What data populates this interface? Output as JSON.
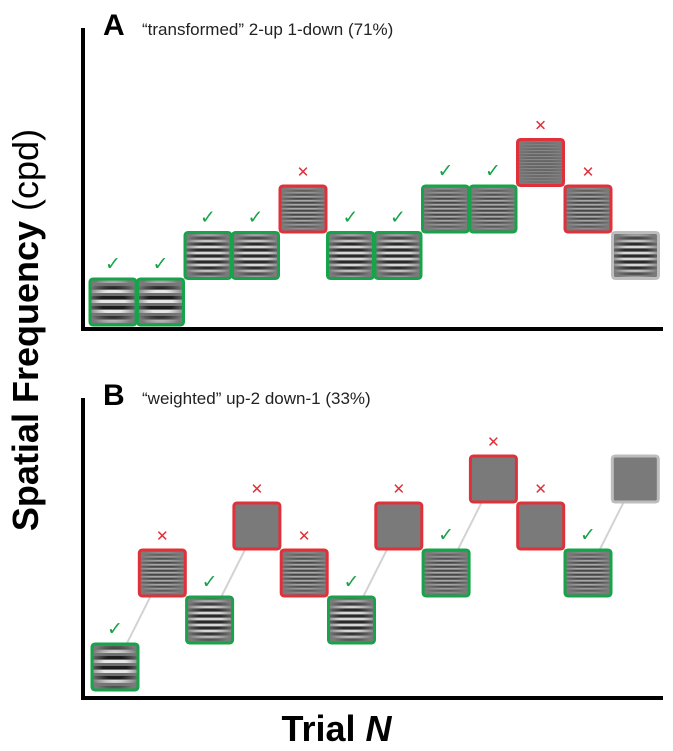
{
  "y_axis_label": {
    "bold": "Spatial Frequency",
    "unit": "(cpd)"
  },
  "x_axis_label": {
    "main": "Trial",
    "var": "N"
  },
  "panels": [
    {
      "letter": "A",
      "title": "“transformed” 2-up 1-down (71%)",
      "trials": [
        {
          "trial": 1,
          "level": 0,
          "response": "correct"
        },
        {
          "trial": 2,
          "level": 0,
          "response": "correct"
        },
        {
          "trial": 3,
          "level": 1,
          "response": "correct"
        },
        {
          "trial": 4,
          "level": 1,
          "response": "correct"
        },
        {
          "trial": 5,
          "level": 2,
          "response": "incorrect"
        },
        {
          "trial": 6,
          "level": 1,
          "response": "correct"
        },
        {
          "trial": 7,
          "level": 1,
          "response": "correct"
        },
        {
          "trial": 8,
          "level": 2,
          "response": "correct"
        },
        {
          "trial": 9,
          "level": 2,
          "response": "correct"
        },
        {
          "trial": 10,
          "level": 3,
          "response": "incorrect"
        },
        {
          "trial": 11,
          "level": 2,
          "response": "incorrect"
        },
        {
          "trial": 12,
          "level": 1,
          "response": "next"
        }
      ]
    },
    {
      "letter": "B",
      "title": "“weighted” up-2 down-1 (33%)",
      "trials": [
        {
          "trial": 1,
          "level": 0,
          "response": "correct"
        },
        {
          "trial": 2,
          "level": 2,
          "response": "incorrect"
        },
        {
          "trial": 3,
          "level": 1,
          "response": "correct"
        },
        {
          "trial": 4,
          "level": 3,
          "response": "incorrect"
        },
        {
          "trial": 5,
          "level": 2,
          "response": "incorrect"
        },
        {
          "trial": 6,
          "level": 1,
          "response": "correct"
        },
        {
          "trial": 7,
          "level": 3,
          "response": "incorrect"
        },
        {
          "trial": 8,
          "level": 2,
          "response": "correct"
        },
        {
          "trial": 9,
          "level": 4,
          "response": "incorrect"
        },
        {
          "trial": 10,
          "level": 3,
          "response": "incorrect"
        },
        {
          "trial": 11,
          "level": 2,
          "response": "correct"
        },
        {
          "trial": 12,
          "level": 4,
          "response": "next"
        }
      ]
    }
  ],
  "symbols": {
    "correct": "✓",
    "incorrect": "✕"
  },
  "colors": {
    "correct": "#17a34a",
    "incorrect": "#e0303a",
    "next": "#bdbdbd",
    "connector": "#d3d3d3",
    "axis": "#000000"
  }
}
